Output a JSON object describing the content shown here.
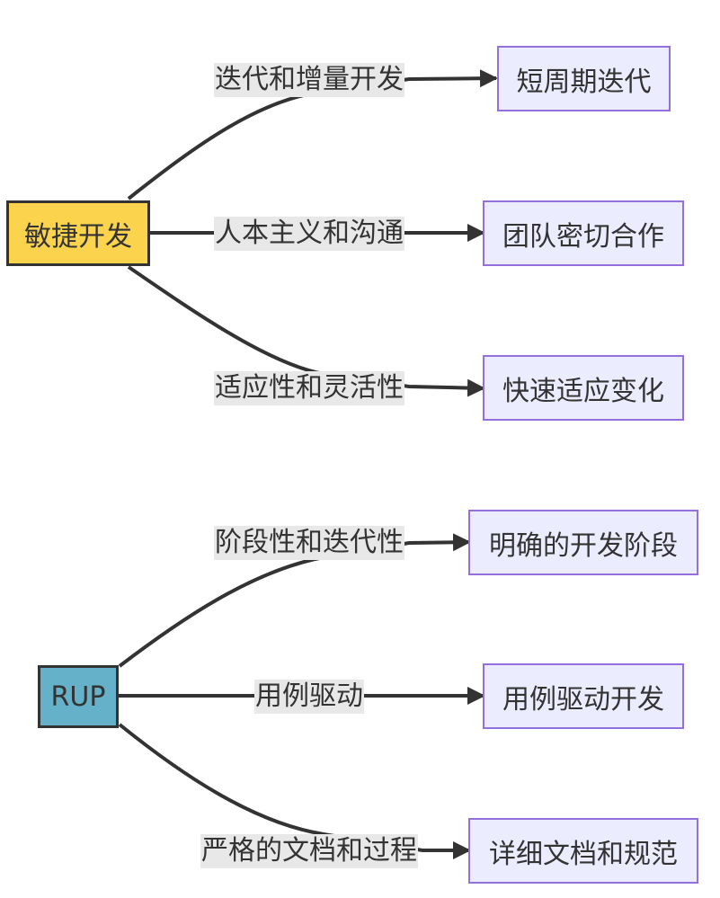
{
  "colors": {
    "agile_fill": "#fcd34d",
    "rup_fill": "#64b1c9",
    "leaf_fill": "#ececff",
    "leaf_border": "#9370db",
    "edge": "#333333",
    "edge_label_bg": "#e8e8e8"
  },
  "diagram": {
    "agile": {
      "label": "敏捷开发",
      "branches": [
        {
          "edge_label": "迭代和增量开发",
          "target": "短周期迭代"
        },
        {
          "edge_label": "人本主义和沟通",
          "target": "团队密切合作"
        },
        {
          "edge_label": "适应性和灵活性",
          "target": "快速适应变化"
        }
      ]
    },
    "rup": {
      "label": "RUP",
      "branches": [
        {
          "edge_label": "阶段性和迭代性",
          "target": "明确的开发阶段"
        },
        {
          "edge_label": "用例驱动",
          "target": "用例驱动开发"
        },
        {
          "edge_label": "严格的文档和过程",
          "target": "详细文档和规范"
        }
      ]
    }
  }
}
